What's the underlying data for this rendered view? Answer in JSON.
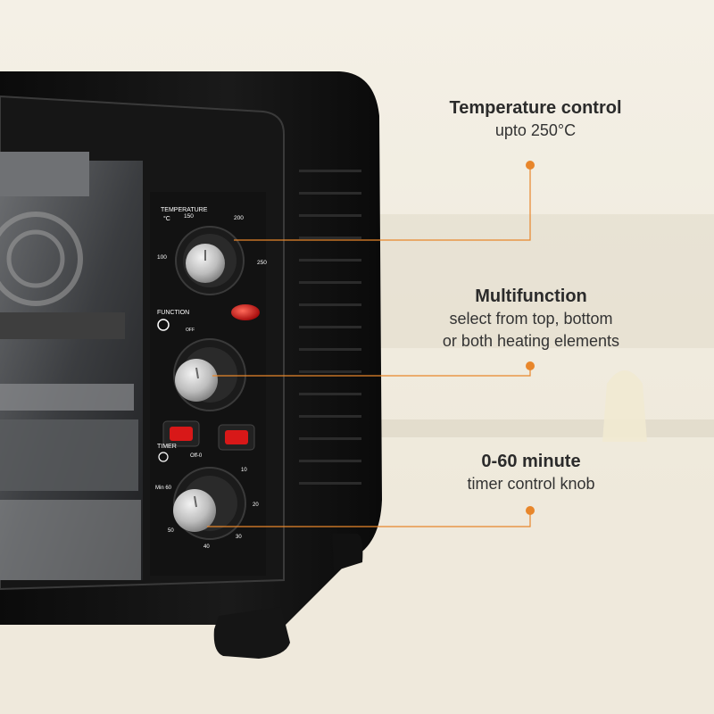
{
  "callouts": {
    "temperature": {
      "title": "Temperature control",
      "desc": [
        "upto 250°C"
      ]
    },
    "multifunction": {
      "title": "Multifunction",
      "desc": [
        "select from top, bottom",
        "or both heating elements"
      ]
    },
    "timer": {
      "title": "0-60 minute",
      "desc": [
        "timer control knob"
      ]
    }
  },
  "panel": {
    "temperature": {
      "label": "TEMPERATURE",
      "unit": "°C",
      "scale": [
        "100",
        "150",
        "200",
        "250"
      ]
    },
    "function": {
      "label": "FUNCTION",
      "off": "OFF"
    },
    "timer": {
      "label": "TIMER",
      "scale": [
        "Off-0",
        "10",
        "20",
        "30",
        "40",
        "50",
        "Min 60"
      ]
    }
  },
  "colors": {
    "accent": "#e8862b",
    "oven_body": "#121212",
    "background": "#f1ece0",
    "lamp": "#d81818"
  }
}
